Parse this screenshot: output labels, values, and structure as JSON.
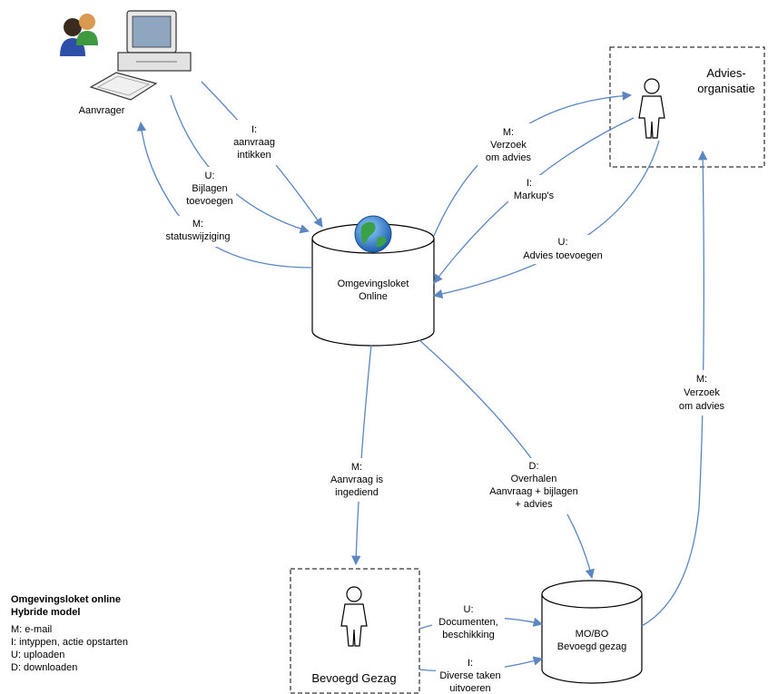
{
  "nodes": {
    "aanvrager": "Aanvrager",
    "advies_org": [
      "Advies-",
      "organisatie"
    ],
    "loket": [
      "Omgevingsloket",
      "Online"
    ],
    "bevoegd_gezag": "Bevoegd Gezag",
    "mobo": [
      "MO/BO",
      "Bevoegd gezag"
    ]
  },
  "edges": {
    "aanvraag_intikken": [
      "I:",
      "aanvraag",
      "intikken"
    ],
    "bijlagen": [
      "U:",
      "Bijlagen",
      "toevoegen"
    ],
    "statuswijziging": [
      "M:",
      "statuswijziging"
    ],
    "verzoek_advies_1": [
      "M:",
      "Verzoek",
      "om advies"
    ],
    "markups": [
      "I:",
      "Markup's"
    ],
    "advies_toevoegen": [
      "U:",
      "Advies toevoegen"
    ],
    "verzoek_advies_2": [
      "M:",
      "Verzoek",
      "om advies"
    ],
    "aanvraag_ingediend": [
      "M:",
      "Aanvraag is",
      "ingediend"
    ],
    "overhalen": [
      "D:",
      "Overhalen",
      "Aanvraag + bijlagen",
      "+ advies"
    ],
    "documenten": [
      "U:",
      "Documenten,",
      "beschikking"
    ],
    "diverse_taken": [
      "I:",
      "Diverse taken",
      "uitvoeren"
    ]
  },
  "legend": {
    "title": [
      "Omgevingsloket online",
      "Hybride model"
    ],
    "items": [
      "M: e-mail",
      "I: intyppen, actie opstarten",
      "U: uploaden",
      "D: downloaden"
    ]
  },
  "icons": [
    "people-icon",
    "computer-icon",
    "globe-icon",
    "person-icon"
  ],
  "colors": {
    "arrow": "#5b86c0"
  }
}
